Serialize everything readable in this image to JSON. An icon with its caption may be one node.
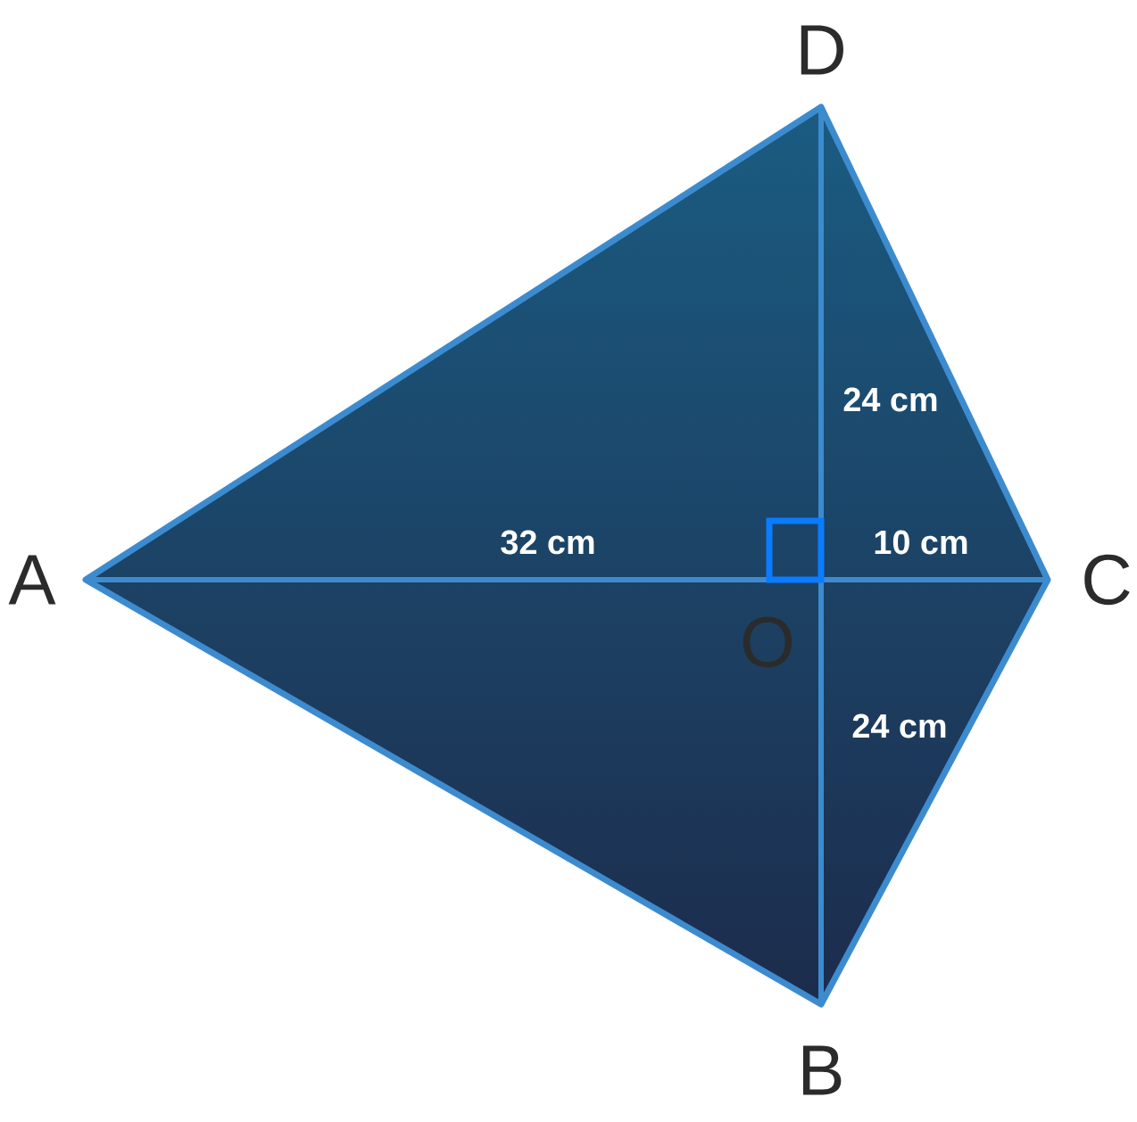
{
  "diagram": {
    "labels": [
      "D",
      "24 cm",
      "A",
      "32 cm",
      "10 cm",
      "C",
      "O",
      "24 cm",
      "B"
    ]
  }
}
